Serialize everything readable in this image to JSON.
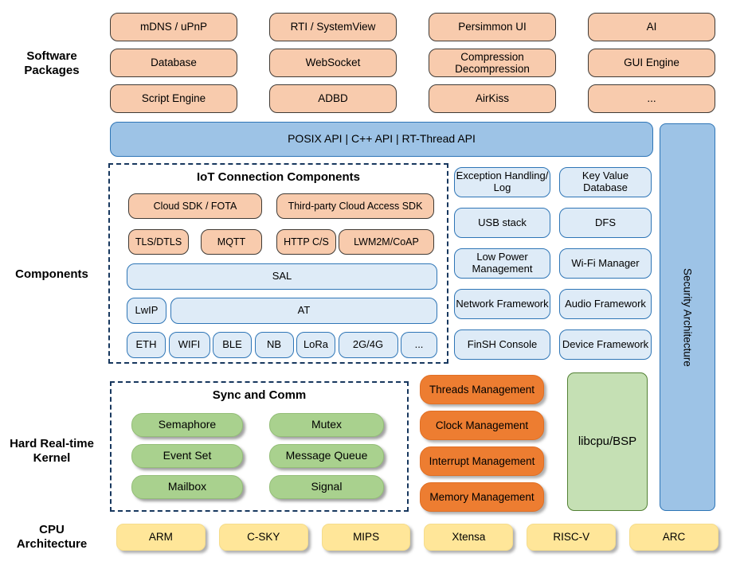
{
  "side_labels": {
    "software_packages": "Software Packages",
    "components": "Components",
    "kernel": "Hard Real-time Kernel",
    "cpu": "CPU Architecture"
  },
  "software_packages": {
    "items": [
      "mDNS / uPnP",
      "RTI / SystemView",
      "Persimmon UI",
      "AI",
      "Database",
      "WebSocket",
      "Compression Decompression",
      "GUI Engine",
      "Script Engine",
      "ADBD",
      "AirKiss",
      "..."
    ]
  },
  "api_bar": {
    "label": "POSIX API | C++ API | RT-Thread API"
  },
  "security": {
    "label": "Security Architecture"
  },
  "iot": {
    "title": "IoT Connection Components",
    "sdk_row": [
      "Cloud SDK / FOTA",
      "Third-party Cloud Access SDK"
    ],
    "proto_row": [
      "TLS/DTLS",
      "MQTT",
      "HTTP C/S",
      "LWM2M/CoAP"
    ],
    "sal": "SAL",
    "lwip": "LwIP",
    "at": "AT",
    "links": [
      "ETH",
      "WIFI",
      "BLE",
      "NB",
      "LoRa",
      "2G/4G",
      "..."
    ]
  },
  "component_boxes": [
    "Exception Handling/ Log",
    "Key Value Database",
    "USB stack",
    "DFS",
    "Low Power Management",
    "Wi-Fi Manager",
    "Network Framework",
    "Audio Framework",
    "FinSH Console",
    "Device Framework"
  ],
  "kernel": {
    "sync_title": "Sync and Comm",
    "sync_items": [
      "Semaphore",
      "Mutex",
      "Event Set",
      "Message Queue",
      "Mailbox",
      "Signal"
    ],
    "mgmt_items": [
      "Threads Management",
      "Clock Management",
      "Interrupt Management",
      "Memory Management"
    ],
    "libcpu": "libcpu/BSP"
  },
  "cpu_row": [
    "ARM",
    "C-SKY",
    "MIPS",
    "Xtensa",
    "RISC-V",
    "ARC"
  ],
  "colors": {
    "package_fill": "#F8CBAD",
    "api_fill": "#9DC3E6",
    "component_fill": "#DEEBF7",
    "blue_border": "#2E75B6",
    "kernel_green": "#A9D18E",
    "management_orange": "#ED7D31",
    "libcpu_fill": "#C5E0B4",
    "cpu_yellow": "#FFE699",
    "dashed_border": "#17375E"
  }
}
